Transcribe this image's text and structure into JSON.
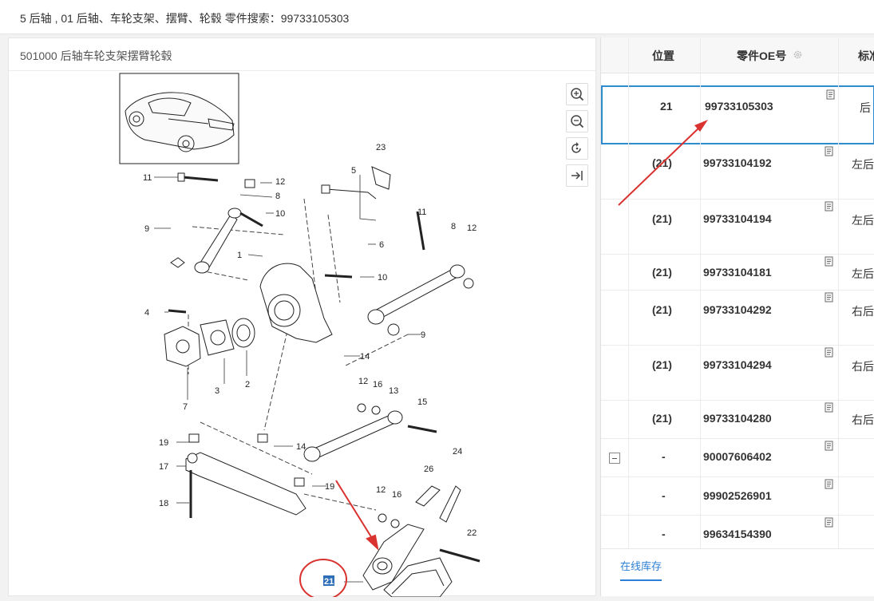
{
  "topbar": {
    "title": "5 后轴 , 01 后轴、车轮支架、摆臂、轮毂 零件搜索：99733105303"
  },
  "diagram_panel": {
    "subtitle": "501000 后轴车轮支架摆臂轮毂",
    "callouts": [
      "23",
      "11",
      "12",
      "5",
      "8",
      "10",
      "6",
      "9",
      "1",
      "10",
      "4",
      "14",
      "3",
      "2",
      "7",
      "12",
      "16",
      "13",
      "15",
      "19",
      "17",
      "14",
      "18",
      "19",
      "26",
      "24",
      "12",
      "16",
      "22",
      "21"
    ]
  },
  "parts_table": {
    "columns": {
      "position": "位置",
      "oe_number": "零件OE号",
      "standard": "标准"
    },
    "rows": [
      {
        "position": "21",
        "oe": "99733105303",
        "name": "后",
        "selected": true
      },
      {
        "position": "(21)",
        "oe": "99733104192",
        "name": "左后"
      },
      {
        "position": "(21)",
        "oe": "99733104194",
        "name": "左后"
      },
      {
        "position": "(21)",
        "oe": "99733104181",
        "name": "左后"
      },
      {
        "position": "(21)",
        "oe": "99733104292",
        "name": "右后"
      },
      {
        "position": "(21)",
        "oe": "99733104294",
        "name": "右后"
      },
      {
        "position": "(21)",
        "oe": "99733104280",
        "name": "右后"
      },
      {
        "position": "-",
        "oe": "90007606402",
        "name": ""
      },
      {
        "position": "-",
        "oe": "99902526901",
        "name": ""
      },
      {
        "position": "-",
        "oe": "99634154390",
        "name": ""
      }
    ]
  },
  "tabs": {
    "stock": "在线库存"
  },
  "colors": {
    "selected_border": "#2c8ccf",
    "arrow": "#d9322f",
    "tab_accent": "#2c7fd6"
  }
}
